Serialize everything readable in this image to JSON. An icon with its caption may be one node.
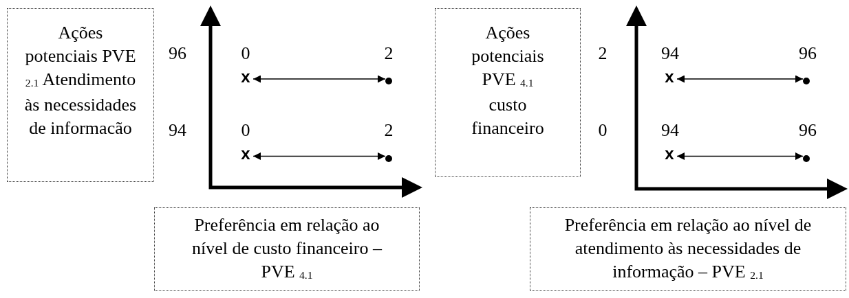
{
  "diagram": {
    "nodes": [
      {
        "text": [
          "Ações potenciais PVE $_{2.1}$ Atendimento às necessidades de informacão"
        ]
      },
      {
        "text": [
          "x"
        ]
      },
      {
        "text": [],
        "shape": "circle"
      },
      {
        "text": [
          "x"
        ]
      },
      {
        "text": [],
        "shape": "circle"
      },
      {
        "text": [
          "Preferência em relação ao nível de custo financeiro – PVE $_{4.1}$"
        ]
      },
      {
        "text": [
          "Ações potenciais PVE $_{4.1}$ custo financeiro"
        ]
      },
      {
        "text": [
          "x"
        ]
      },
      {
        "text": [],
        "shape": "circle"
      },
      {
        "text": [
          "x"
        ]
      },
      {
        "text": [],
        "shape": "circle"
      },
      {
        "text": [
          "Preferência em relação ao nível de atendimento às necessidades de informação – PVE $_{2.1}$"
        ]
      }
    ],
    "edges": [
      {
        "from": 1,
        "to": 2,
        "arrow": "both"
      },
      {
        "from": 3,
        "to": 4,
        "arrow": "both"
      },
      {
        "from": 7,
        "to": 8,
        "arrow": "both"
      },
      {
        "from": 9,
        "to": 10,
        "arrow": "both"
      }
    ],
    "labels": [
      "96",
      "0",
      "2",
      "94",
      "0",
      "2",
      "2",
      "94",
      "96",
      "0",
      "94",
      "96"
    ]
  }
}
